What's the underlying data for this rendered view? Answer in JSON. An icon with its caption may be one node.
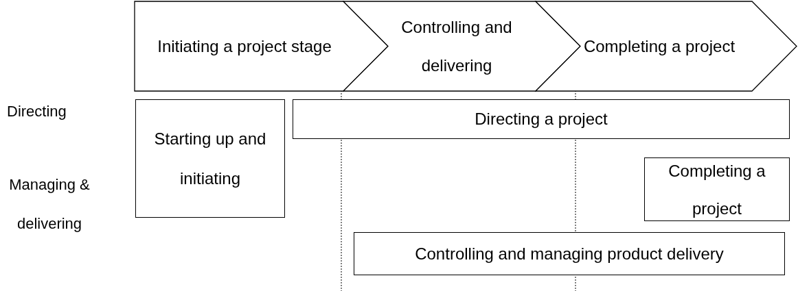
{
  "diagram": {
    "nodes": [
      {
        "text": [
          "Initiating a project stage"
        ]
      },
      {
        "text": [
          "Controlling and delivering"
        ]
      },
      {
        "text": [
          "Completing a project"
        ]
      },
      {
        "text": [
          "Starting up and initiating"
        ]
      },
      {
        "text": [
          "Directing a project"
        ]
      },
      {
        "text": [
          "Completing a project"
        ]
      },
      {
        "text": [
          "Controlling and managing product delivery"
        ]
      }
    ],
    "labels": [
      "Directing",
      "Managing & delivering"
    ]
  }
}
